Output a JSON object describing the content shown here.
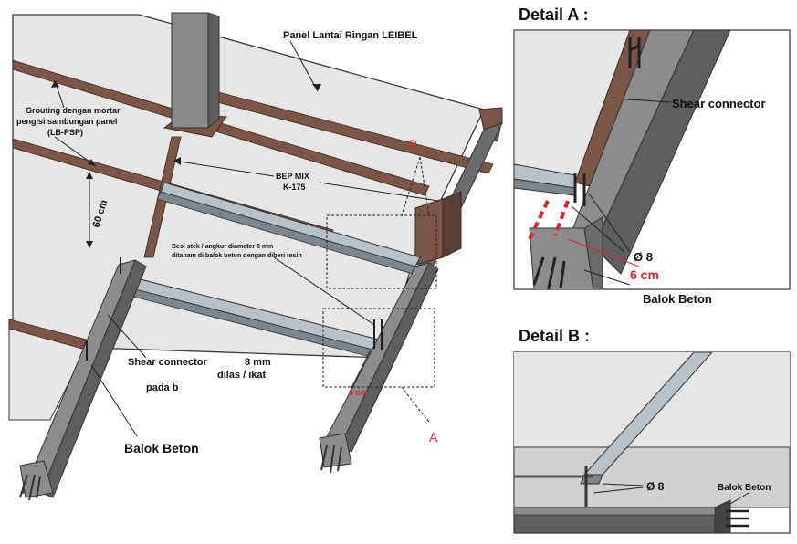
{
  "main": {
    "panel_title": "Panel Lantai Ringan LEIBEL",
    "grouting": [
      "Grouting dengan mortar",
      "pengisi sambungan panel",
      "(LB-PSP)"
    ],
    "bep_mix": [
      "BEP MIX",
      "K-175"
    ],
    "spacing": "60 cm",
    "besi_stek": [
      "Besi stek / angkur diameter 8 mm",
      "ditanam di balok beton dengan diberi resin"
    ],
    "shear_connector": "Shear connector",
    "shear_size": "8 mm",
    "shear_weld": "dilas / ikat",
    "pada": "pada b",
    "balok_beton": "Balok Beton",
    "six_cm": "6 cm",
    "marker_a": "A",
    "marker_b": "B"
  },
  "detail_a": {
    "title": "Detail A :",
    "shear_connector": "Shear connector",
    "diameter": "Ø 8",
    "six_cm": "6 cm",
    "balok_beton": "Balok Beton"
  },
  "detail_b": {
    "title": "Detail B :",
    "diameter": "Ø 8",
    "balok_beton": "Balok Beton"
  },
  "colors": {
    "panel": "#e6e6e6",
    "panel_edge": "#3a3a3a",
    "grout": "#7a5548",
    "concrete": "#8c8c8c",
    "concrete_dark": "#5e5e5e",
    "steel": "#b9c1c8",
    "accent": "#e0232b"
  }
}
